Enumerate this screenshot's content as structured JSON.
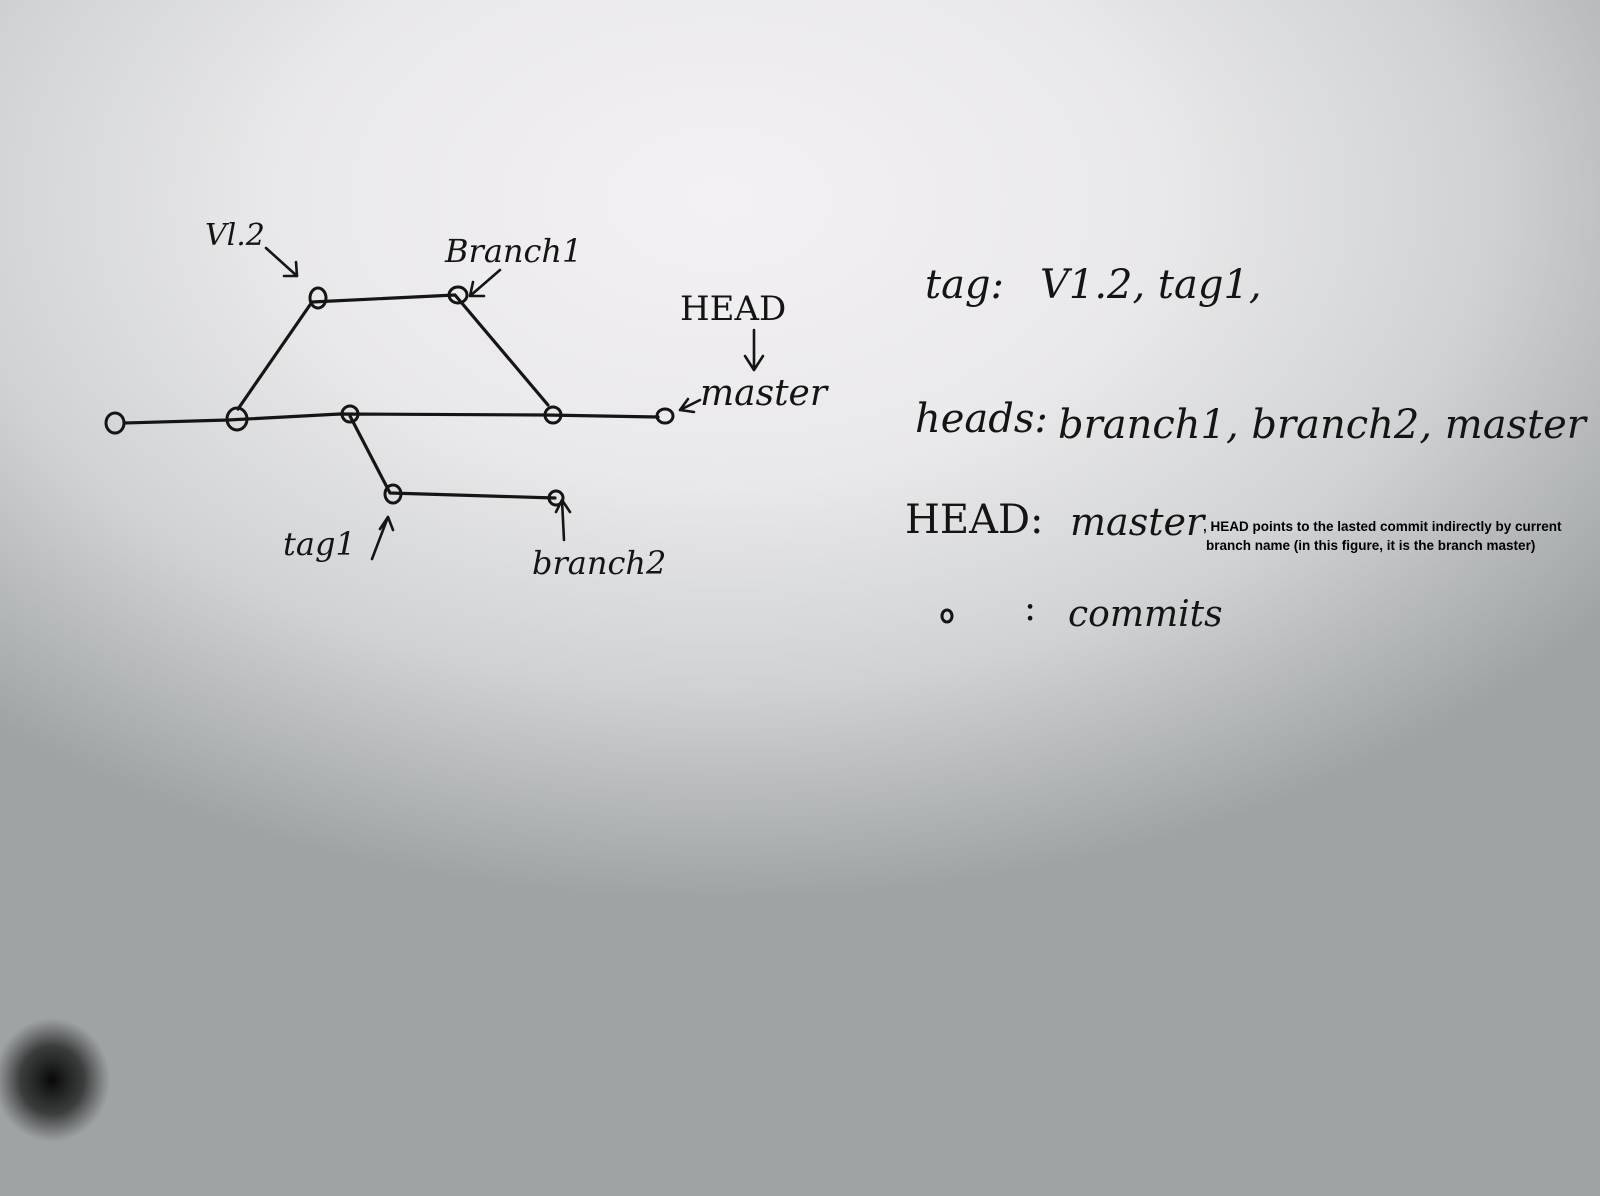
{
  "diagram": {
    "labels": {
      "v12": "Vl.2",
      "branch1": "Branch1",
      "head": "HEAD",
      "master": "master",
      "tag1": "tag1",
      "branch2": "branch2"
    }
  },
  "legend": {
    "tag_key": "tag:",
    "tag_value": "V1.2, tag1,",
    "heads_key": "heads:",
    "heads_value": "branch1, branch2, master",
    "head_key": "HEAD:",
    "head_value": "master",
    "head_note_line1": ", HEAD points to the lasted commit indirectly by current",
    "head_note_line2": "branch name (in this figure, it is the branch master)",
    "commit_key": ":",
    "commit_value": "commits"
  },
  "colors": {
    "ink": "#151515",
    "paper": "#e9e8ea"
  }
}
